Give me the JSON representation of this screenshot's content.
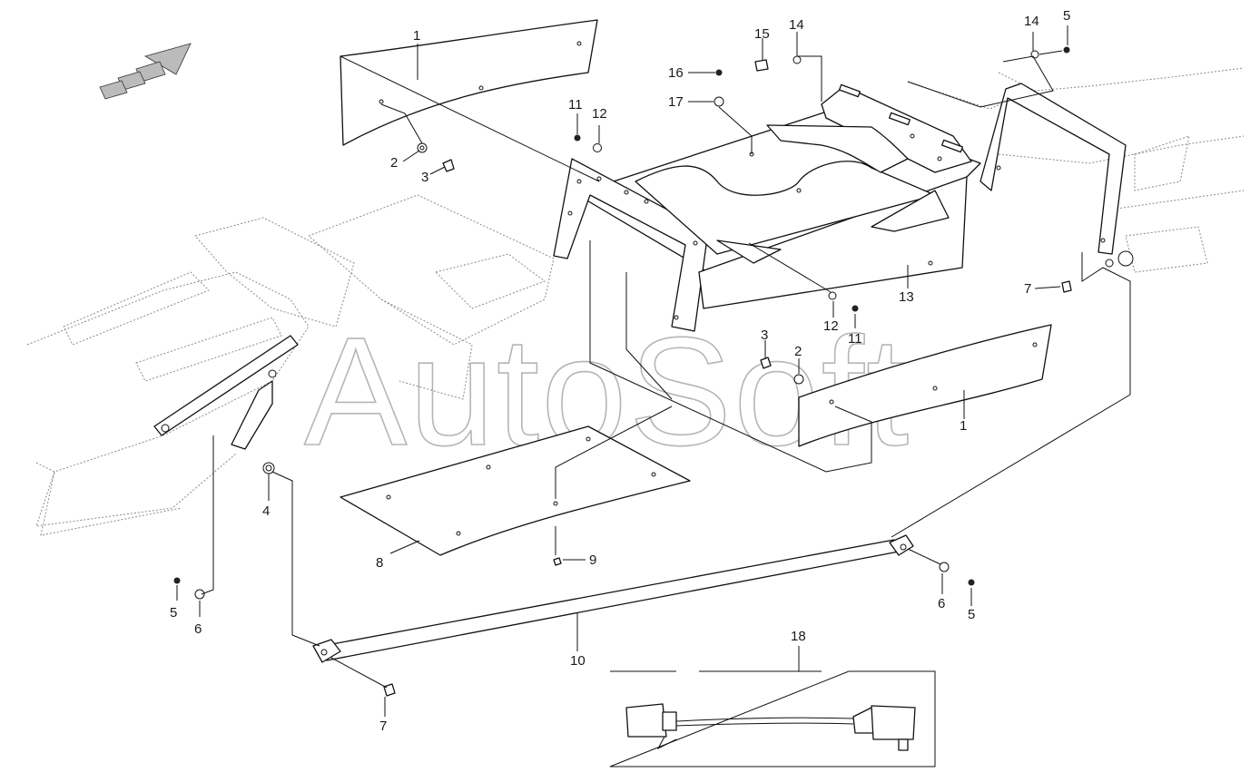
{
  "diagram": {
    "watermark": "AutoSoft",
    "callouts": [
      {
        "id": "c1a",
        "label": "1"
      },
      {
        "id": "c1b",
        "label": "1"
      },
      {
        "id": "c2a",
        "label": "2"
      },
      {
        "id": "c2b",
        "label": "2"
      },
      {
        "id": "c3a",
        "label": "3"
      },
      {
        "id": "c3b",
        "label": "3"
      },
      {
        "id": "c4",
        "label": "4"
      },
      {
        "id": "c5a",
        "label": "5"
      },
      {
        "id": "c5b",
        "label": "5"
      },
      {
        "id": "c5c",
        "label": "5"
      },
      {
        "id": "c6a",
        "label": "6"
      },
      {
        "id": "c6b",
        "label": "6"
      },
      {
        "id": "c7a",
        "label": "7"
      },
      {
        "id": "c7b",
        "label": "7"
      },
      {
        "id": "c8",
        "label": "8"
      },
      {
        "id": "c9",
        "label": "9"
      },
      {
        "id": "c10",
        "label": "10"
      },
      {
        "id": "c11a",
        "label": "11"
      },
      {
        "id": "c11b",
        "label": "11"
      },
      {
        "id": "c12a",
        "label": "12"
      },
      {
        "id": "c12b",
        "label": "12"
      },
      {
        "id": "c13",
        "label": "13"
      },
      {
        "id": "c14a",
        "label": "14"
      },
      {
        "id": "c14b",
        "label": "14"
      },
      {
        "id": "c15",
        "label": "15"
      },
      {
        "id": "c16",
        "label": "16"
      },
      {
        "id": "c17",
        "label": "17"
      },
      {
        "id": "c18",
        "label": "18"
      }
    ]
  }
}
